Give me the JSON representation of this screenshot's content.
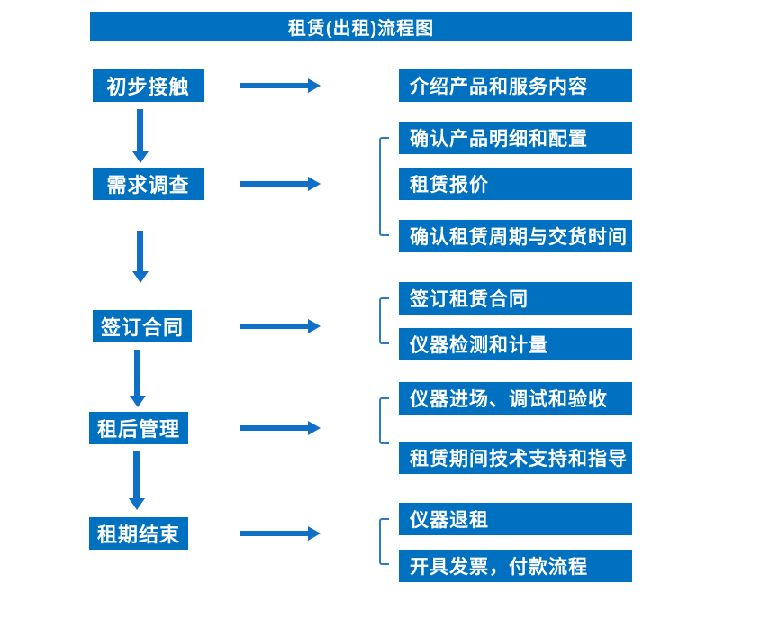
{
  "title": "租赁(出租)流程图",
  "colors": {
    "box_blue": "#0070C0",
    "arrow_blue": "#1070C8",
    "bracket_blue": "#2F7BC3",
    "text_white": "#FFFFFF",
    "background": "#FFFFFF"
  },
  "steps": [
    {
      "label": "初步接触",
      "details": [
        "介绍产品和服务内容"
      ]
    },
    {
      "label": "需求调查",
      "details": [
        "确认产品明细和配置",
        "租赁报价",
        "确认租赁周期与交货时间"
      ]
    },
    {
      "label": "签订合同",
      "details": [
        "签订租赁合同",
        "仪器检测和计量"
      ]
    },
    {
      "label": "租后管理",
      "details": [
        "仪器进场、调试和验收",
        "租赁期间技术支持和指导"
      ]
    },
    {
      "label": "租期结束",
      "details": [
        "仪器退租",
        "开具发票，付款流程"
      ]
    }
  ]
}
